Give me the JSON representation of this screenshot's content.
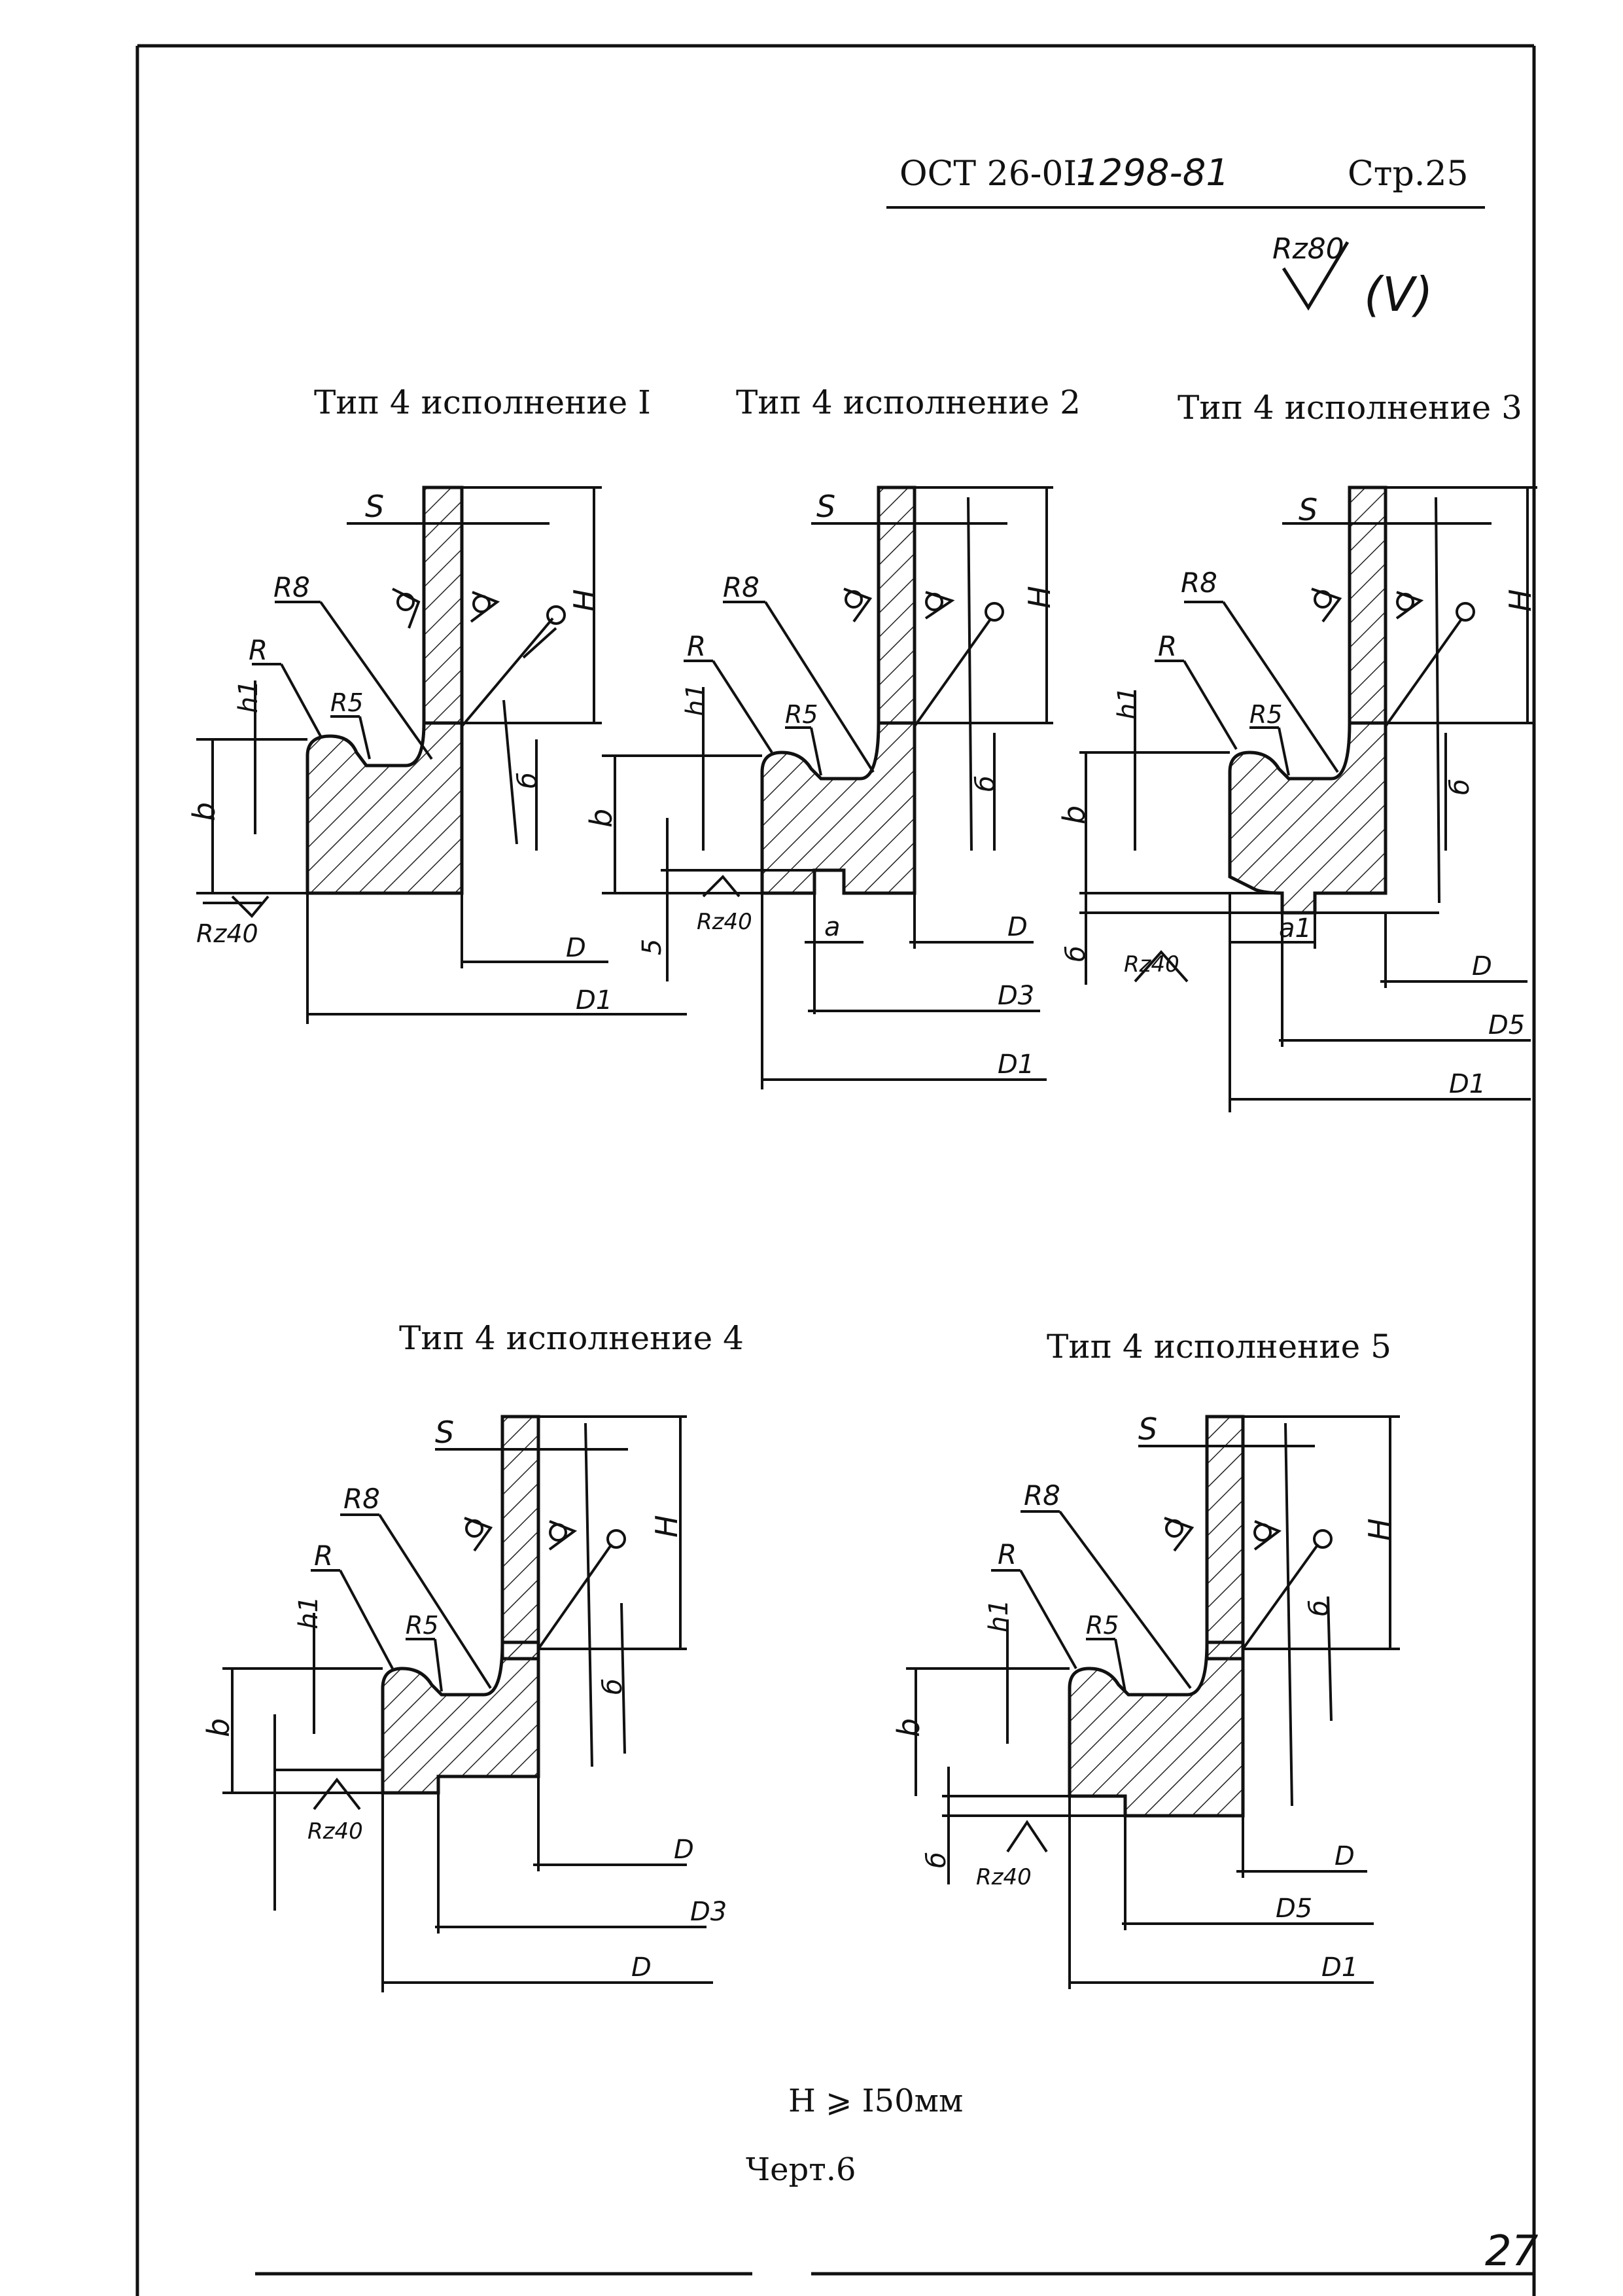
{
  "header": {
    "standard_prefix": "ОСТ 26-0I-",
    "standard_number": "1298-81",
    "page_label": "Стр.25",
    "roughness_main": "Rz80",
    "roughness_paren": "(V)"
  },
  "drawings": [
    {
      "title": "Тип 4 исполнение I",
      "labels": {
        "S": "S",
        "H": "H",
        "R8": "R8",
        "R": "R",
        "R5": "R5",
        "h1": "h1",
        "b": "b",
        "s6": "б",
        "Rz": "Rz40",
        "D": "D",
        "D1": "D1"
      }
    },
    {
      "title": "Тип 4 исполнение 2",
      "labels": {
        "S": "S",
        "H": "H",
        "R8": "R8",
        "R": "R",
        "R5": "R5",
        "h1": "h1",
        "b": "b",
        "s6": "б",
        "Rz": "Rz40",
        "D": "D",
        "D1": "D1",
        "D3": "D3",
        "a": "a",
        "five": "5"
      }
    },
    {
      "title": "Тип 4 исполнение 3",
      "labels": {
        "S": "S",
        "H": "H",
        "R8": "R8",
        "R": "R",
        "R5": "R5",
        "h1": "h1",
        "b": "b",
        "s6": "б",
        "s6b": "б",
        "Rz": "Rz40",
        "D": "D",
        "D1": "D1",
        "D5": "D5",
        "a1": "a1"
      }
    },
    {
      "title": "Тип 4 исполнение 4",
      "labels": {
        "S": "S",
        "H": "H",
        "R8": "R8",
        "R": "R",
        "R5": "R5",
        "h1": "h1",
        "b": "b",
        "s6": "б",
        "Rz": "Rz40",
        "D": "D",
        "D3": "D3",
        "Dbig": "D"
      }
    },
    {
      "title": "Тип 4 исполнение 5",
      "labels": {
        "S": "S",
        "H": "H",
        "R8": "R8",
        "R": "R",
        "R5": "R5",
        "h1": "h1",
        "b": "b",
        "s6": "б",
        "s6b": "б",
        "Rz": "Rz40",
        "D": "D",
        "D1": "D1",
        "D5": "D5"
      }
    }
  ],
  "footer": {
    "condition": "H ⩾ I50мм",
    "figure_caption": "Черт.6",
    "page_number": "27"
  }
}
